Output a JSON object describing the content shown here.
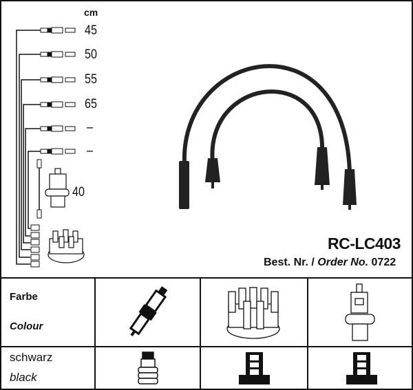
{
  "diagram": {
    "unit_label": "cm",
    "lengths": [
      "45",
      "50",
      "55",
      "65",
      "–",
      "–"
    ],
    "coil_length": "40",
    "model": "RC-LC403",
    "order_prefix": "Best. Nr. /",
    "order_label": "Order No.",
    "order_number": "0722"
  },
  "table": {
    "header_de": "Farbe",
    "header_en": "Colour",
    "color_de": "schwarz",
    "color_en": "black",
    "columns": [
      "spark-plug",
      "distributor-cap",
      "ignition-coil"
    ]
  }
}
